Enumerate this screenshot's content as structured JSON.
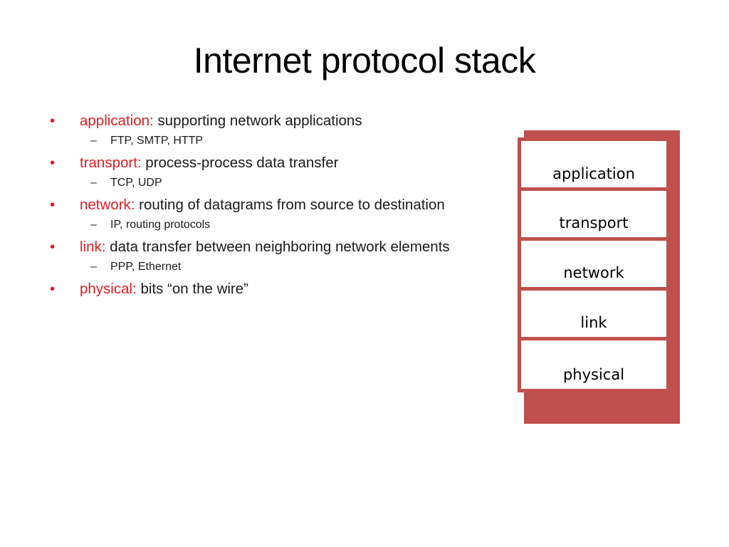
{
  "slide": {
    "title": "Internet protocol stack",
    "accent_red_text": "#E31B23",
    "accent_red_box": "#C0504D",
    "background": "#FFFFFF"
  },
  "bullets": [
    {
      "marker": "•",
      "lead": "application:",
      "rest": " supporting network applications",
      "subs": [
        {
          "marker": "–",
          "text": "FTP, SMTP, HTTP"
        }
      ]
    },
    {
      "marker": "•",
      "lead": "transport:",
      "rest": " process-process data transfer",
      "subs": [
        {
          "marker": "–",
          "text": "TCP, UDP"
        }
      ]
    },
    {
      "marker": "•",
      "lead": "network:",
      "rest": " routing of datagrams from source to destination",
      "subs": [
        {
          "marker": "–",
          "text": "IP, routing protocols"
        }
      ]
    },
    {
      "marker": "•",
      "lead": "link:",
      "rest": " data transfer between neighboring  network elements",
      "subs": [
        {
          "marker": "–",
          "text": "PPP, Ethernet"
        }
      ]
    },
    {
      "marker": "•",
      "lead": "physical:",
      "rest": " bits “on the wire”",
      "subs": []
    }
  ],
  "stack": {
    "layers": [
      {
        "label": "application"
      },
      {
        "label": "transport"
      },
      {
        "label": "network"
      },
      {
        "label": "link"
      },
      {
        "label": "physical"
      }
    ]
  }
}
